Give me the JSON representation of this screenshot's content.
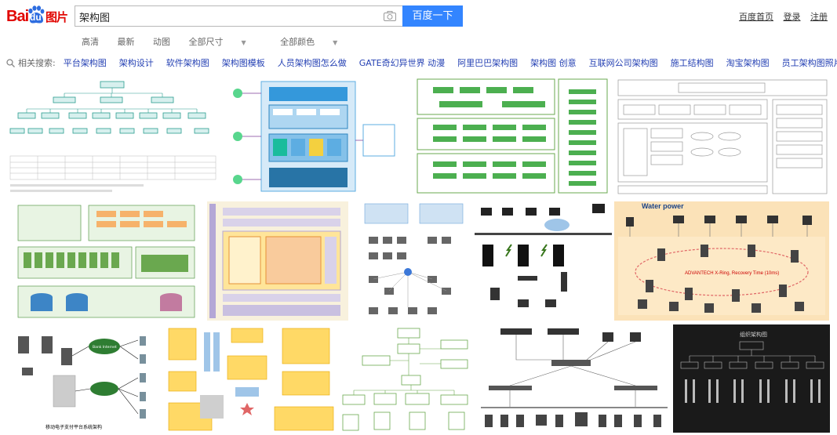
{
  "logo": {
    "bai": "Bai",
    "du": "du",
    "tupian": "图片"
  },
  "search": {
    "query": "架构图",
    "button": "百度一下"
  },
  "top_links": [
    "百度首页",
    "登录",
    "注册"
  ],
  "filters": [
    "高清",
    "最新",
    "动图",
    "全部尺寸",
    "全部颜色"
  ],
  "related": {
    "label": "相关搜索:",
    "items": [
      "平台架构图",
      "架构设计",
      "软件架构图",
      "架构图模板",
      "人员架构图怎么做",
      "GATE奇幻异世界 动漫",
      "阿里巴巴架构图",
      "架构图 创意",
      "互联网公司架构图",
      "施工结构图",
      "淘宝架构图",
      "员工架构图照片"
    ]
  },
  "tile_texts": {
    "water_power": "Water power",
    "ring": "ADVANTECH X-Ring, Recovery Time (10ms)",
    "payment_title": "移动电子支付平台系统架构",
    "bank": "Bank Internet",
    "dark_title": "组织架构图"
  },
  "colors": {
    "accent_blue": "#3385ff",
    "link_blue": "#2440b3",
    "brand_red": "#e10602",
    "green": "#6aa84f",
    "orange_bg": "#fbe2b8"
  }
}
